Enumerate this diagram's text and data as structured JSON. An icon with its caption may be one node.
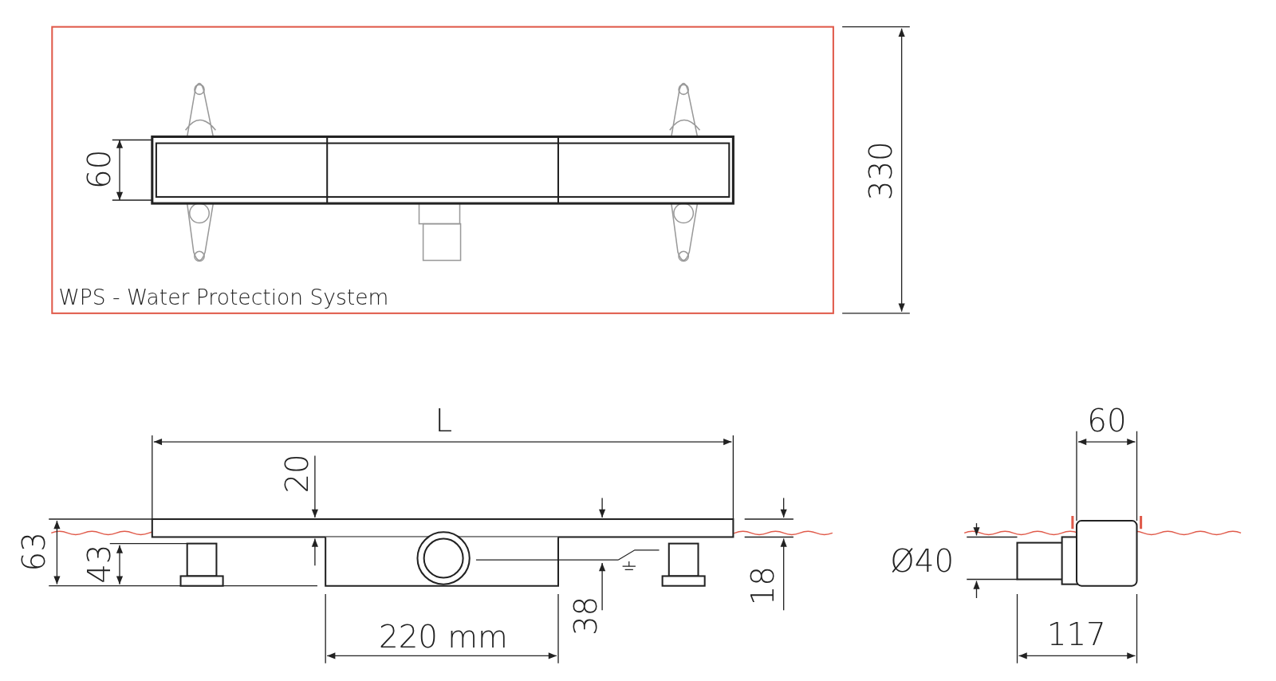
{
  "diagram": {
    "labels": [
      "60",
      "330",
      "WPS - Water Protection System",
      "L",
      "20",
      "63",
      "43",
      "220 mm",
      "38",
      "18",
      "60",
      "Ø40",
      "117"
    ]
  }
}
